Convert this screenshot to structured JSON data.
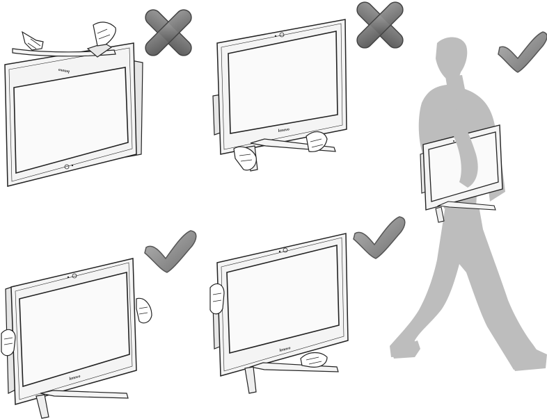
{
  "brand_text": "lenovo",
  "colors": {
    "wrong": "#777777",
    "correct": "#8f8f8f",
    "silhouette": "#bdbdbd",
    "bezel": "#f4f4f4",
    "outline": "#222222"
  },
  "panels": [
    {
      "id": "carry-by-top-edge",
      "verdict": "wrong",
      "icon": "x-mark-icon"
    },
    {
      "id": "carry-by-stand-and-bottom",
      "verdict": "wrong",
      "icon": "x-mark-icon"
    },
    {
      "id": "carry-under-arm",
      "verdict": "correct",
      "icon": "check-mark-icon"
    },
    {
      "id": "carry-by-both-sides",
      "verdict": "correct",
      "icon": "check-mark-icon"
    },
    {
      "id": "carry-by-side-and-base",
      "verdict": "correct",
      "icon": "check-mark-icon"
    }
  ]
}
